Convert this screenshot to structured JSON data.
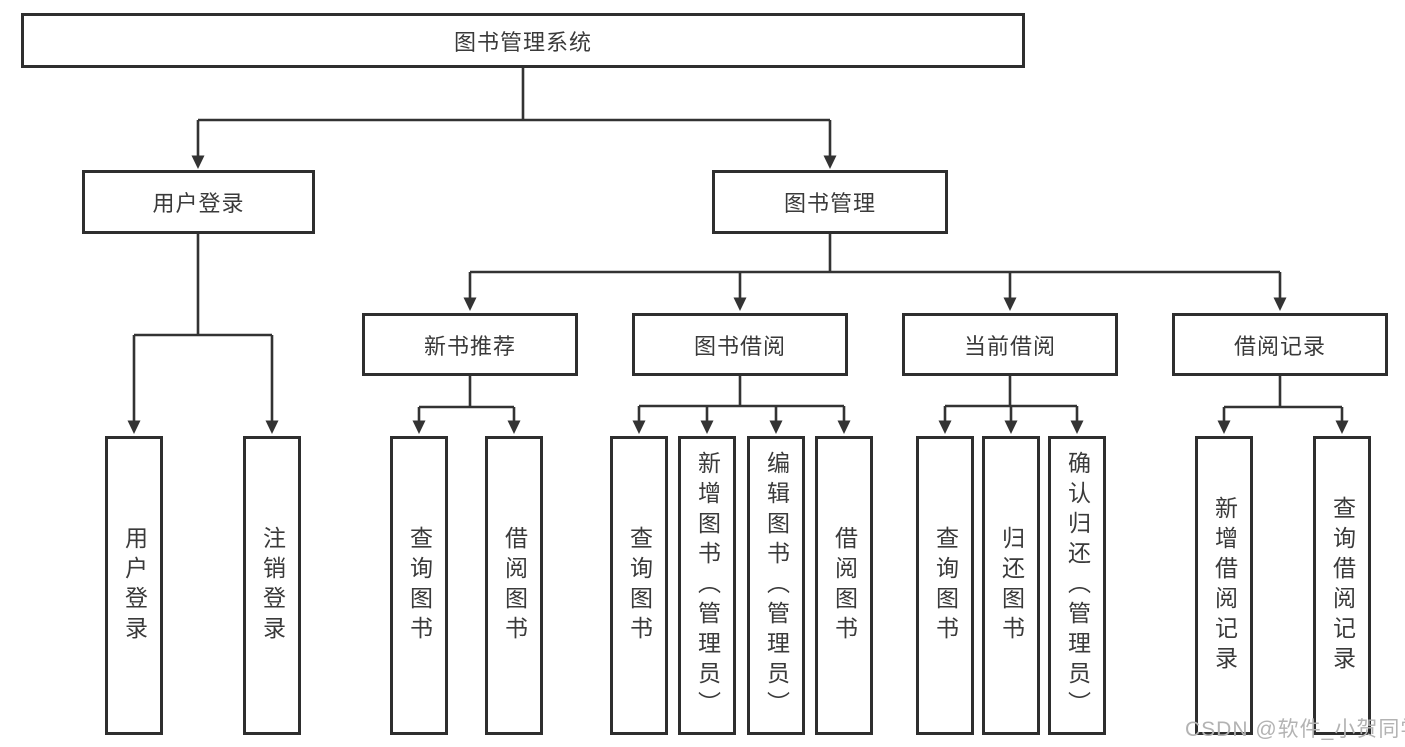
{
  "diagram": {
    "nodes": {
      "root": "图书管理系统",
      "level2": [
        "用户登录",
        "图书管理"
      ],
      "level3": [
        "新书推荐",
        "图书借阅",
        "当前借阅",
        "借阅记录"
      ],
      "leaves_user_login": [
        "用户登录",
        "注销登录"
      ],
      "leaves_new_book": [
        "查询图书",
        "借阅图书"
      ],
      "leaves_book_borrow": [
        "查询图书",
        "新增图书（管理员）",
        "编辑图书（管理员）",
        "借阅图书"
      ],
      "leaves_current_borrow": [
        "查询图书",
        "归还图书",
        "确认归还（管理员）"
      ],
      "leaves_borrow_record": [
        "新增借阅记录",
        "查询借阅记录"
      ]
    },
    "colors": {
      "line": "#333333",
      "border": "#2e2e2e",
      "text": "#3a3a3a",
      "background": "#ffffff",
      "watermark": "#b3b3b3"
    },
    "watermark": "CSDN @软件_小贺同学"
  }
}
